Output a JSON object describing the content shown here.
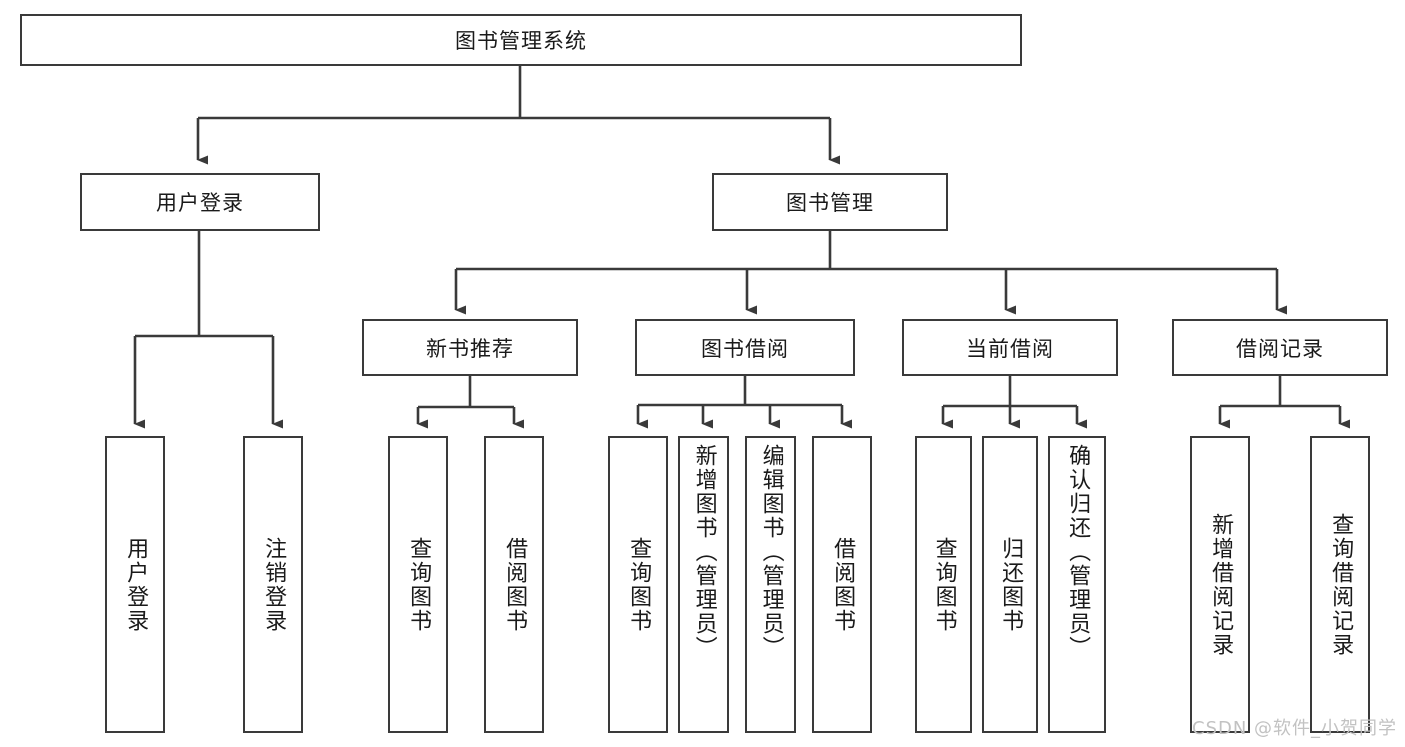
{
  "diagram": {
    "title": "图书管理系统",
    "type": "tree-hierarchy-diagram",
    "levels": 4,
    "root": {
      "label": "图书管理系统"
    },
    "level2": [
      {
        "label": "用户登录"
      },
      {
        "label": "图书管理"
      }
    ],
    "level3": [
      {
        "label": "新书推荐"
      },
      {
        "label": "图书借阅"
      },
      {
        "label": "当前借阅"
      },
      {
        "label": "借阅记录"
      }
    ],
    "leaves_user_login": [
      {
        "label": "用户登录"
      },
      {
        "label": "注销登录"
      }
    ],
    "leaves_new_book": [
      {
        "label": "查询图书"
      },
      {
        "label": "借阅图书"
      }
    ],
    "leaves_borrow": [
      {
        "label": "查询图书"
      },
      {
        "label": "新增图书（管理员）"
      },
      {
        "label": "编辑图书（管理员）"
      },
      {
        "label": "借阅图书"
      }
    ],
    "leaves_current": [
      {
        "label": "查询图书"
      },
      {
        "label": "归还图书"
      },
      {
        "label": "确认归还（管理员）"
      }
    ],
    "leaves_records": [
      {
        "label": "新增借阅记录"
      },
      {
        "label": "查询借阅记录"
      }
    ]
  },
  "watermark": {
    "text": "CSDN @软件_小贺同学"
  },
  "colors": {
    "border": "#3a3a3a",
    "background": "#ffffff",
    "text": "#1a1a1a",
    "watermark": "#c2c2c2"
  }
}
